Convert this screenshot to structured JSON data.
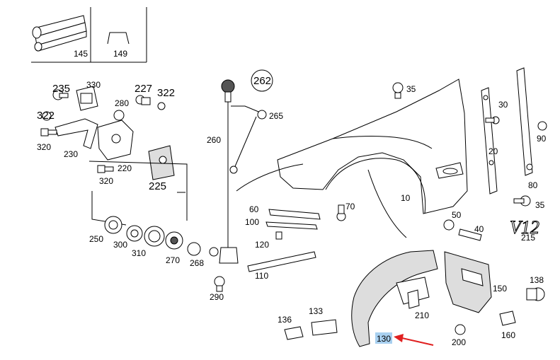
{
  "labels": {
    "p145": "145",
    "p149": "149",
    "p235": "235",
    "p330": "330",
    "p227": "227",
    "p322a": "322",
    "p322b": "322",
    "p280": "280",
    "p320a": "320",
    "p230": "230",
    "p220": "220",
    "p320b": "320",
    "p225": "225",
    "p262": "262",
    "p265": "265",
    "p260": "260",
    "p35a": "35",
    "p30": "30",
    "p90": "90",
    "p20": "20",
    "p80": "80",
    "p10": "10",
    "p35b": "35",
    "p50": "50",
    "p40": "40",
    "p215": "215",
    "p60": "60",
    "p100": "100",
    "p70": "70",
    "p120": "120",
    "p110": "110",
    "p250": "250",
    "p300": "300",
    "p310": "310",
    "p270": "270",
    "p268": "268",
    "p290": "290",
    "p150": "150",
    "p138": "138",
    "p210": "210",
    "p136": "136",
    "p133": "133",
    "p130": "130",
    "p200": "200",
    "p160": "160",
    "badge": "V12"
  },
  "colors": {
    "highlight": "#a8d0f0",
    "arrow": "#e02020"
  }
}
